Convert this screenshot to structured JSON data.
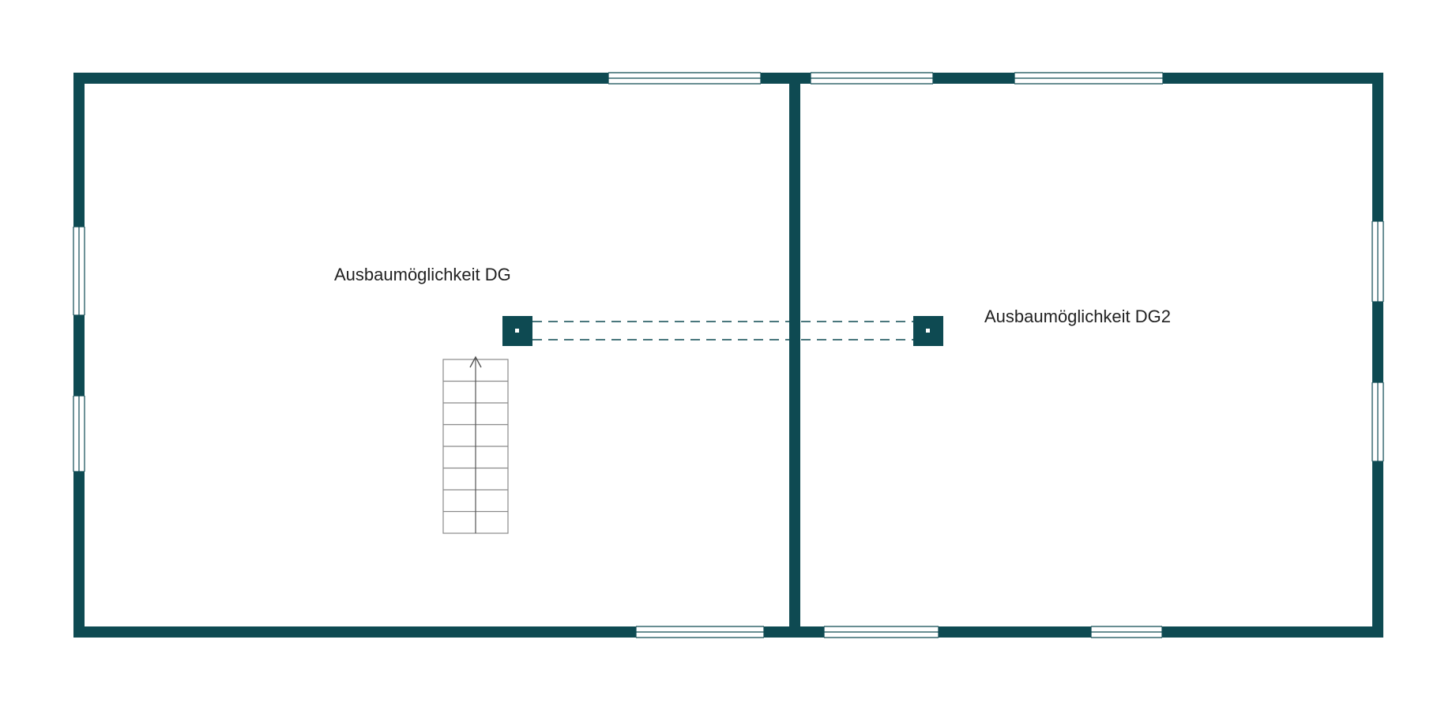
{
  "floor_plan": {
    "wall_color": "#0e4a52",
    "window_color": "#0e4a52",
    "stair_color": "#8a8a8a",
    "rooms": [
      {
        "id": "dg",
        "label": "Ausbaumöglichkeit DG"
      },
      {
        "id": "dg2",
        "label": "Ausbaumöglichkeit DG2"
      }
    ],
    "elements": {
      "staircase": {
        "direction": "up",
        "steps": 8
      },
      "columns": 2,
      "beam": {
        "style": "dashed"
      }
    }
  }
}
